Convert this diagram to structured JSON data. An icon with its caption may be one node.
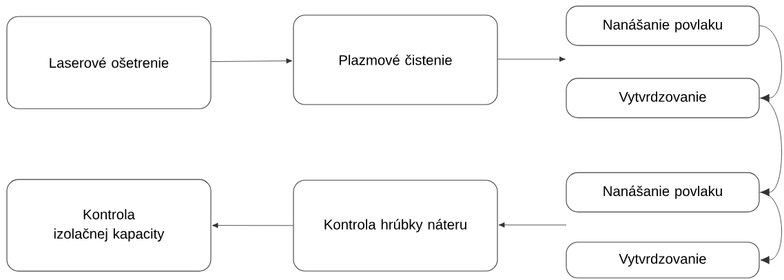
{
  "diagram": {
    "nodes": [
      {
        "text": [
          "Laserové ošetrenie"
        ]
      },
      {
        "text": [
          "Plazmové čistenie"
        ]
      },
      {
        "text": [
          "Nanášanie povlaku"
        ]
      },
      {
        "text": [
          "Vytvrdzovanie"
        ]
      },
      {
        "text": [
          "Kontrola izolačnej kapacity"
        ]
      },
      {
        "text": [
          "Kontrola hrúbky náteru"
        ]
      },
      {
        "text": [
          "Nanášanie povlaku"
        ]
      },
      {
        "text": [
          "Vytvrdzovanie"
        ]
      }
    ],
    "edges": [
      {
        "from": 0,
        "to": 1,
        "arrow": "to"
      },
      {
        "from": 1,
        "to": null,
        "arrow": "to"
      },
      {
        "from": 2,
        "to": 3,
        "arrow": "to"
      },
      {
        "from": 3,
        "to": 6,
        "arrow": "to"
      },
      {
        "from": 6,
        "to": 7,
        "arrow": "to"
      },
      {
        "from": null,
        "to": 5,
        "arrow": "to"
      },
      {
        "from": 5,
        "to": 4,
        "arrow": "to"
      }
    ]
  }
}
